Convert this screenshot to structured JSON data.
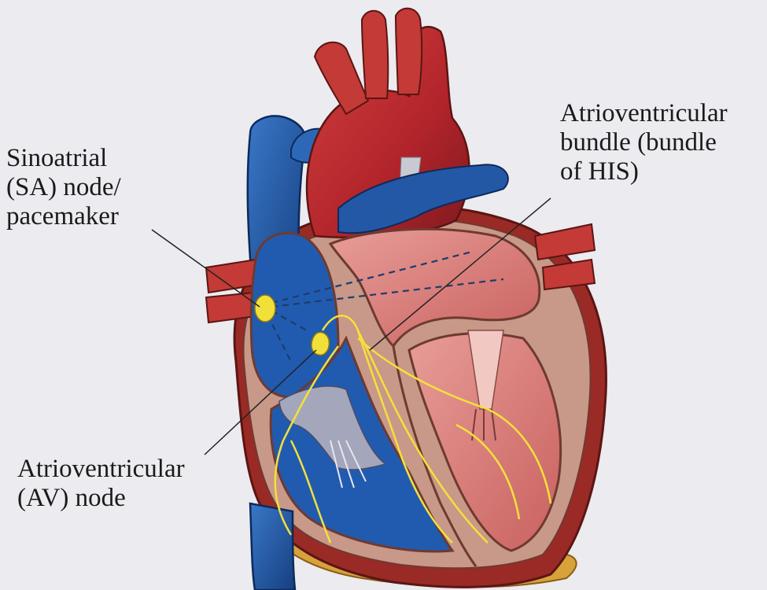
{
  "labels": {
    "sa_node": "Sinoatrial\n(SA) node/\npacemaker",
    "av_bundle": "Atrioventricular\nbundle (bundle\nof HIS)",
    "av_node": "Atrioventricular\n(AV) node"
  },
  "colors": {
    "background": "#ecebef",
    "aorta_red": "#b8272c",
    "vein_blue": "#1f5aa8",
    "chamber_pink": "#dc7f7c",
    "muscle_tan": "#c99a8a",
    "conduction_yellow": "#f3e13a",
    "fat_yellow": "#d8a53c",
    "leader_line": "#222222"
  }
}
